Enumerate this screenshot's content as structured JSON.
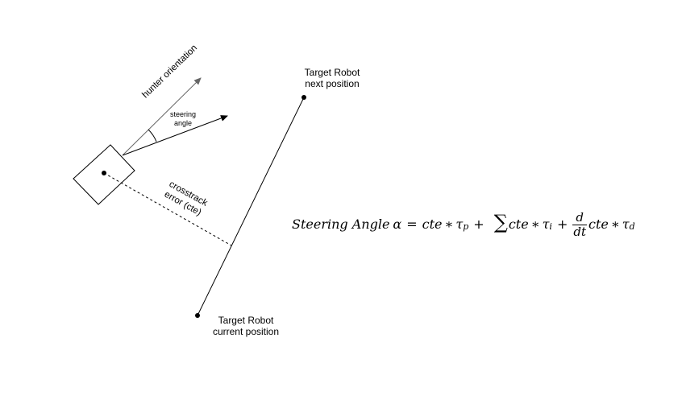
{
  "labels": {
    "hunter_orientation": "hunter orientation",
    "steering_angle_line1": "steering",
    "steering_angle_line2": "angle",
    "cte_line1": "crosstrack",
    "cte_line2": "error (cte)",
    "target_next_line1": "Target Robot",
    "target_next_line2": "next position",
    "target_current_line1": "Target Robot",
    "target_current_line2": "current position"
  },
  "formula": {
    "lhs": "Steering Angle",
    "alpha": "α",
    "equals": "=",
    "cte": "cte",
    "times": "∗",
    "tau": "τ",
    "sub_p": "p",
    "plus": "+",
    "sum": "∑",
    "sub_i": "i",
    "d": "d",
    "dt": "dt",
    "sub_d": "d"
  },
  "colors": {
    "stroke": "#000000",
    "orientation_arrow": "#666666"
  }
}
